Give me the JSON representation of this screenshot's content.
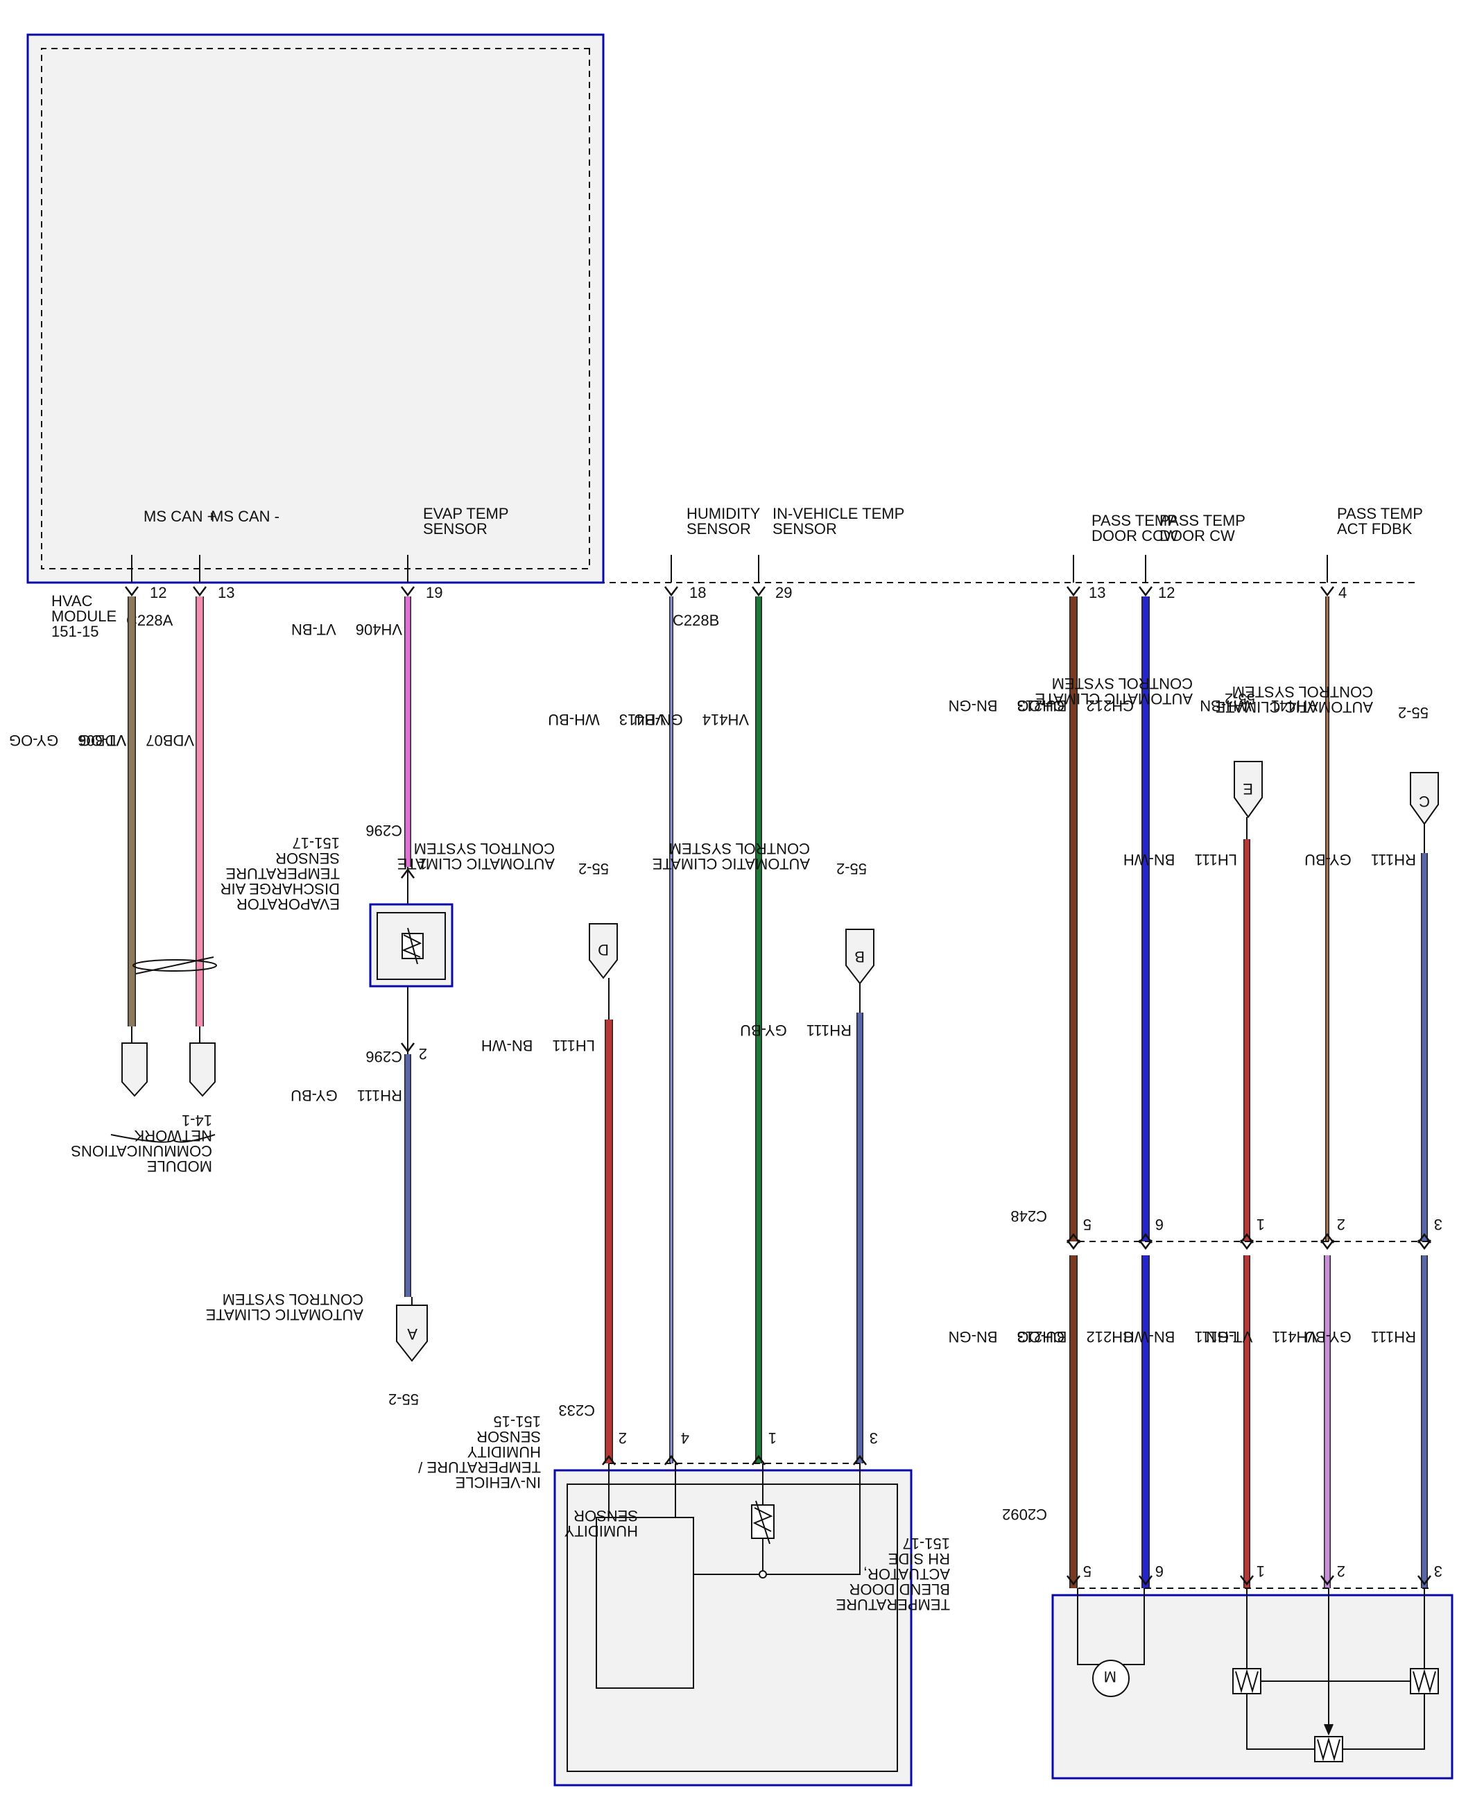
{
  "hvac_module": {
    "title_lines": [
      "HVAC",
      "MODULE",
      "151-15"
    ],
    "pins": {
      "pass_temp_act_fdbk": [
        "PASS TEMP",
        "ACT FDBK"
      ],
      "pass_temp_door_cw": [
        "PASS TEMP",
        "DOOR CW"
      ],
      "pass_temp_door_ccw": [
        "PASS TEMP",
        "DOOR CCW"
      ],
      "in_vehicle_temp_sensor": [
        "IN-VEHICLE TEMP",
        "SENSOR"
      ],
      "humidity_sensor": [
        "HUMIDITY",
        "SENSOR"
      ],
      "evap_temp_sensor": [
        "EVAP TEMP",
        "SENSOR"
      ],
      "ms_can_minus": "MS CAN -",
      "ms_can_plus": "MS CAN +"
    },
    "connectors": {
      "c228a": "C228A",
      "c228b": "C228B"
    },
    "pin_numbers": {
      "act_fdbk": "4",
      "door_cw": "12",
      "door_ccw": "13",
      "in_vehicle": "29",
      "humidity": "18",
      "evap": "19",
      "can_minus": "13",
      "can_plus": "12"
    }
  },
  "wires": {
    "vh441": {
      "circuit": "VH441",
      "color": "WH-BN"
    },
    "ch212": {
      "circuit": "CH212",
      "color": "BU-OG"
    },
    "ch213": {
      "circuit": "CH213",
      "color": "BN-GN"
    },
    "vh414": {
      "circuit": "VH414",
      "color": "GN-BU"
    },
    "vh413": {
      "circuit": "VH413",
      "color": "WH-BU"
    },
    "vh406": {
      "circuit": "VH406",
      "color": "VT-BN"
    },
    "vdb07": {
      "circuit": "VDB07",
      "color": "VT-OG"
    },
    "vdb06": {
      "circuit": "VDB06",
      "color": "GY-OG"
    },
    "rh111_c": {
      "circuit": "RH111",
      "color": "GY-BU"
    },
    "lh111_e": {
      "circuit": "LH111",
      "color": "BN-WH"
    },
    "rh111_b": {
      "circuit": "RH111",
      "color": "GY-BU"
    },
    "lh111_d": {
      "circuit": "LH111",
      "color": "BN-WH"
    },
    "rh111_a": {
      "circuit": "RH111",
      "color": "GY-BU"
    },
    "rh111_low": {
      "circuit": "RH111",
      "color": "GY-BU"
    },
    "vh411_low": {
      "circuit": "VH411",
      "color": "VT-GN"
    },
    "lh111_low": {
      "circuit": "LH111",
      "color": "BN-WH"
    },
    "ch212_low": {
      "circuit": "CH212",
      "color": "BU-OG"
    },
    "ch213_low": {
      "circuit": "CH213",
      "color": "BN-GN"
    }
  },
  "references": {
    "ref_c": {
      "letter": "C",
      "page": "55-2",
      "lines": [
        "AUTOMATIC CLIMATE",
        "CONTROL SYSTEM"
      ]
    },
    "ref_e": {
      "letter": "E",
      "page": "55-2",
      "lines": [
        "AUTOMATIC CLIMATE",
        "CONTROL SYSTEM"
      ]
    },
    "ref_b": {
      "letter": "B",
      "page": "55-2",
      "lines": [
        "AUTOMATIC CLIMATE",
        "CONTROL SYSTEM"
      ]
    },
    "ref_d": {
      "letter": "D",
      "page": "55-2",
      "lines": [
        "AUTOMATIC CLIMATE",
        "CONTROL SYSTEM"
      ]
    },
    "ref_a": {
      "letter": "A",
      "page": "55-2",
      "lines": [
        "AUTOMATIC CLIMATE",
        "CONTROL SYSTEM"
      ]
    }
  },
  "evap_sensor": {
    "title_lines": [
      "EVAPORATOR",
      "DISCHARGE AIR",
      "TEMPERATURE",
      "SENSOR",
      "151-17"
    ],
    "connector": "C296",
    "pin1": "1",
    "pin2": "2"
  },
  "mcn": {
    "lines": [
      "MODULE",
      "COMMUNICATIONS",
      "NETWORK",
      "14-1"
    ]
  },
  "c248": {
    "name": "C248",
    "pins": [
      "3",
      "2",
      "1",
      "6",
      "5"
    ]
  },
  "c2092": {
    "name": "C2092",
    "pins": [
      "3",
      "2",
      "1",
      "6",
      "5"
    ]
  },
  "c233": {
    "name": "C233",
    "pins": [
      "3",
      "1",
      "4",
      "2"
    ]
  },
  "in_vehicle_sensor": {
    "title_lines": [
      "IN-VEHICLE",
      "TEMPERATURE /",
      "HUMIDITY",
      "SENSOR",
      "151-15"
    ],
    "inner_lines": [
      "HUMIDITY",
      "SENSOR"
    ]
  },
  "actuator": {
    "title_lines": [
      "TEMPERATURE",
      "BLEND DOOR",
      "ACTUATOR,",
      "RH SIDE",
      "151-17"
    ],
    "motor_symbol": "M"
  },
  "colors": {
    "box_border": "#0a0aa8",
    "wh_bn": "#b07a5a",
    "bu_og": "#2626c8",
    "bn_gn": "#7a3a22",
    "gn_bu": "#1f7a3a",
    "wh_bu": "#8f95d8",
    "vt_bn": "#e070d6",
    "vt_og": "#f28fb0",
    "gy_og": "#8c7a5c",
    "gy_bu": "#5a66a8",
    "bn_wh": "#b83838",
    "vt_gn": "#c890d8"
  }
}
